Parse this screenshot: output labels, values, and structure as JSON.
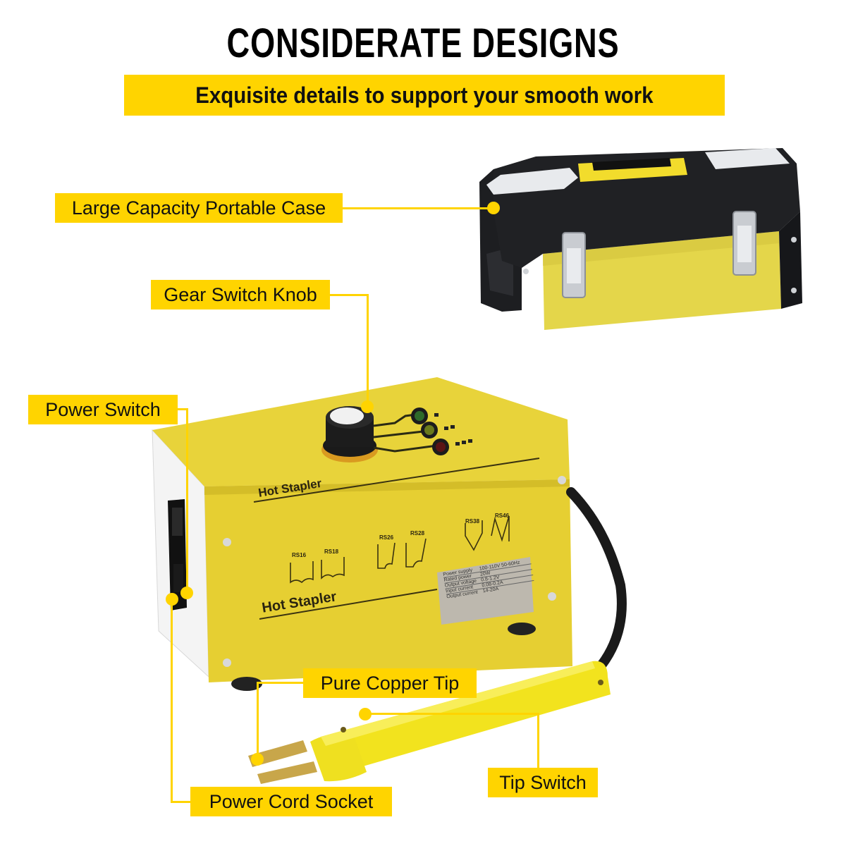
{
  "header": {
    "title": "CONSIDERATE DESIGNS",
    "subtitle": "Exquisite details to support your smooth work"
  },
  "callouts": [
    {
      "id": "case",
      "label": "Large Capacity Portable Case"
    },
    {
      "id": "knob",
      "label": "Gear Switch Knob"
    },
    {
      "id": "power-switch",
      "label": "Power Switch"
    },
    {
      "id": "copper-tip",
      "label": "Pure Copper Tip"
    },
    {
      "id": "tip-switch",
      "label": "Tip Switch"
    },
    {
      "id": "socket",
      "label": "Power Cord Socket"
    }
  ],
  "device": {
    "top_label": "Hot Stapler",
    "front_label": "Hot Stapler",
    "staple_types": [
      "RS16",
      "RS18",
      "RS26",
      "RS28",
      "RS38",
      "RS46"
    ],
    "spec_plate": [
      {
        "key": "Power supply",
        "value": "100-110V 50-60Hz"
      },
      {
        "key": "Rated power",
        "value": "20W"
      },
      {
        "key": "Output voltage",
        "value": "0.8-1.2V"
      },
      {
        "key": "Input current",
        "value": "0.08-0.2A"
      },
      {
        "key": "Output current",
        "value": "14-20A"
      }
    ]
  },
  "colors": {
    "accent_yellow": "#ffd400",
    "device_yellow": "#e8d33a",
    "case_black": "#1e1f22"
  }
}
